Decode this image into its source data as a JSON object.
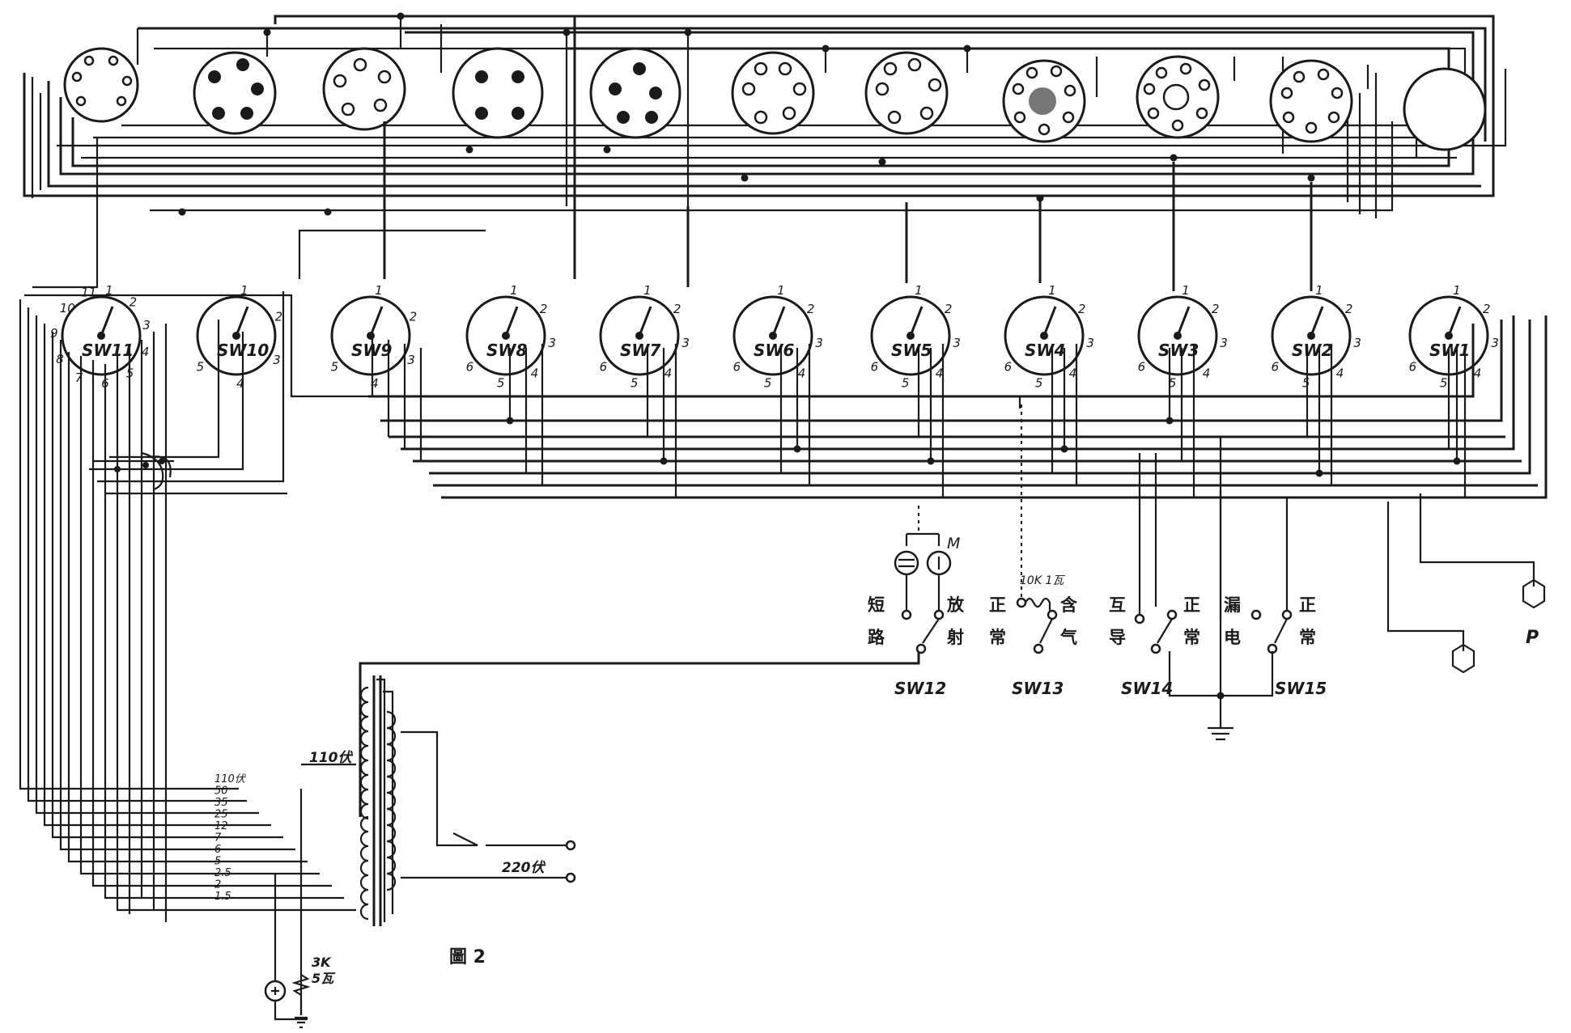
{
  "figure": {
    "caption": "圖 2"
  },
  "rotary_switches": [
    {
      "id": "sw11",
      "label": "SW11",
      "positions": [
        "1",
        "2",
        "3",
        "4",
        "5",
        "6",
        "7",
        "8",
        "9",
        "10",
        "11"
      ]
    },
    {
      "id": "sw10",
      "label": "SW10",
      "positions": [
        "1",
        "2",
        "3",
        "4",
        "5"
      ]
    },
    {
      "id": "sw9",
      "label": "SW9",
      "positions": [
        "1",
        "2",
        "3",
        "4",
        "5"
      ]
    },
    {
      "id": "sw8",
      "label": "SW8",
      "positions": [
        "1",
        "2",
        "3",
        "4",
        "5",
        "6"
      ]
    },
    {
      "id": "sw7",
      "label": "SW7",
      "positions": [
        "1",
        "2",
        "3",
        "4",
        "5",
        "6"
      ]
    },
    {
      "id": "sw6",
      "label": "SW6",
      "positions": [
        "1",
        "2",
        "3",
        "4",
        "5",
        "6"
      ]
    },
    {
      "id": "sw5",
      "label": "SW5",
      "positions": [
        "1",
        "2",
        "3",
        "4",
        "5",
        "6"
      ]
    },
    {
      "id": "sw4",
      "label": "SW4",
      "positions": [
        "1",
        "2",
        "3",
        "4",
        "5",
        "6"
      ]
    },
    {
      "id": "sw3",
      "label": "SW3",
      "positions": [
        "1",
        "2",
        "3",
        "4",
        "5",
        "6"
      ]
    },
    {
      "id": "sw2",
      "label": "SW2",
      "positions": [
        "1",
        "2",
        "3",
        "4",
        "5",
        "6"
      ]
    },
    {
      "id": "sw1",
      "label": "SW1",
      "positions": [
        "1",
        "2",
        "3",
        "4",
        "5",
        "6"
      ]
    }
  ],
  "toggle_switches": [
    {
      "id": "sw12",
      "label": "SW12",
      "left": [
        "短",
        "路"
      ],
      "right": [
        "放",
        "射"
      ]
    },
    {
      "id": "sw13",
      "label": "SW13",
      "left": [
        "正",
        "常"
      ],
      "right": [
        "含",
        "气"
      ],
      "note": "10K 1瓦"
    },
    {
      "id": "sw14",
      "label": "SW14",
      "left": [
        "互",
        "导"
      ],
      "right": [
        "正",
        "常"
      ]
    },
    {
      "id": "sw15",
      "label": "SW15",
      "left": [
        "漏",
        "电"
      ],
      "right": [
        "正",
        "常"
      ]
    }
  ],
  "meter": {
    "label": "M"
  },
  "probe": {
    "label": "P"
  },
  "transformer": {
    "primary_label": "110伏",
    "mains_label": "220伏",
    "taps": [
      "110伏",
      "50",
      "35",
      "25",
      "12",
      "7",
      "6",
      "5",
      "2.5",
      "2",
      "1.5"
    ]
  },
  "resistor": {
    "value": "3K",
    "power": "5瓦"
  }
}
